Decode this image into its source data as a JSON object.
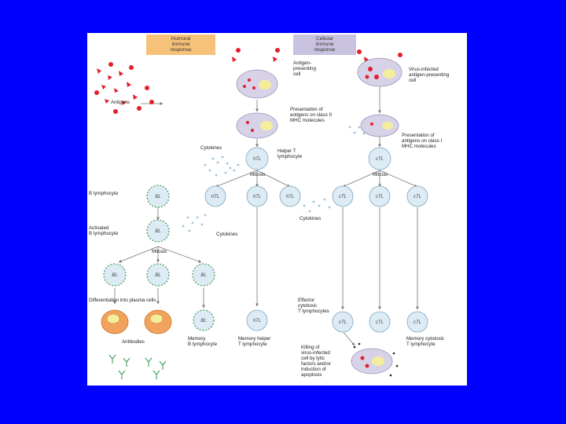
{
  "headers": {
    "humoral": [
      "Humoral",
      "immune",
      "response"
    ],
    "cellular": [
      "Cellular",
      "immune",
      "response"
    ]
  },
  "labels": {
    "antigens": "Antigens",
    "antigen_presenting_cell": [
      "Antigen-",
      "presenting",
      "cell"
    ],
    "virus_infected_apc": [
      "Virus-infected",
      "antigen-presenting",
      "cell"
    ],
    "presentation_class_ii": [
      "Presentation of",
      "antigens on class II",
      "MHC molecules"
    ],
    "presentation_class_i": [
      "Presentation of",
      "antigens on class I",
      "MHC molecules"
    ],
    "cytokines_top": "Cytokines",
    "helper_t": [
      "Helper T",
      "lymphocyte"
    ],
    "mitosis_center": "Mitosis",
    "mitosis_right": "Mitosis",
    "b_lymphocyte": "B lymphocyte",
    "activated_b": [
      "Activated",
      "B lymphocyte"
    ],
    "cytokines_mid": "Cytokines",
    "cytokines_lower": "Cytokines",
    "mitosis_left": "Mitosis",
    "differentiation": "Differentiation into plasma cells",
    "effector_ctl": [
      "Effector",
      "cytotoxic",
      "T lymphocytes"
    ],
    "antibodies": "Antibodies",
    "memory_b": [
      "Memory",
      "B lymphocyte"
    ],
    "memory_helper": [
      "Memory helper",
      "T lymphocyte"
    ],
    "memory_cytotoxic": [
      "Memory cytotoxic",
      "T lymphocyte"
    ],
    "killing": [
      "Killing of",
      "virus-infected",
      "cell by lytic",
      "factors and/or",
      "induction of",
      "apoptosis"
    ]
  },
  "cell_codes": {
    "t_helper": "hTL",
    "t_cytotoxic": "cTL",
    "b_cell": "BL"
  },
  "colors": {
    "background": "#0000ff",
    "humoral_header": "#f6c27a",
    "cellular_header": "#c9c2e0",
    "antigen": "#e2202b",
    "cell_fill": "#dcebf4",
    "nucleus": "#f4ee9c",
    "receptor_green": "#3e9a54",
    "plasma_cell": "#f1a35e"
  }
}
